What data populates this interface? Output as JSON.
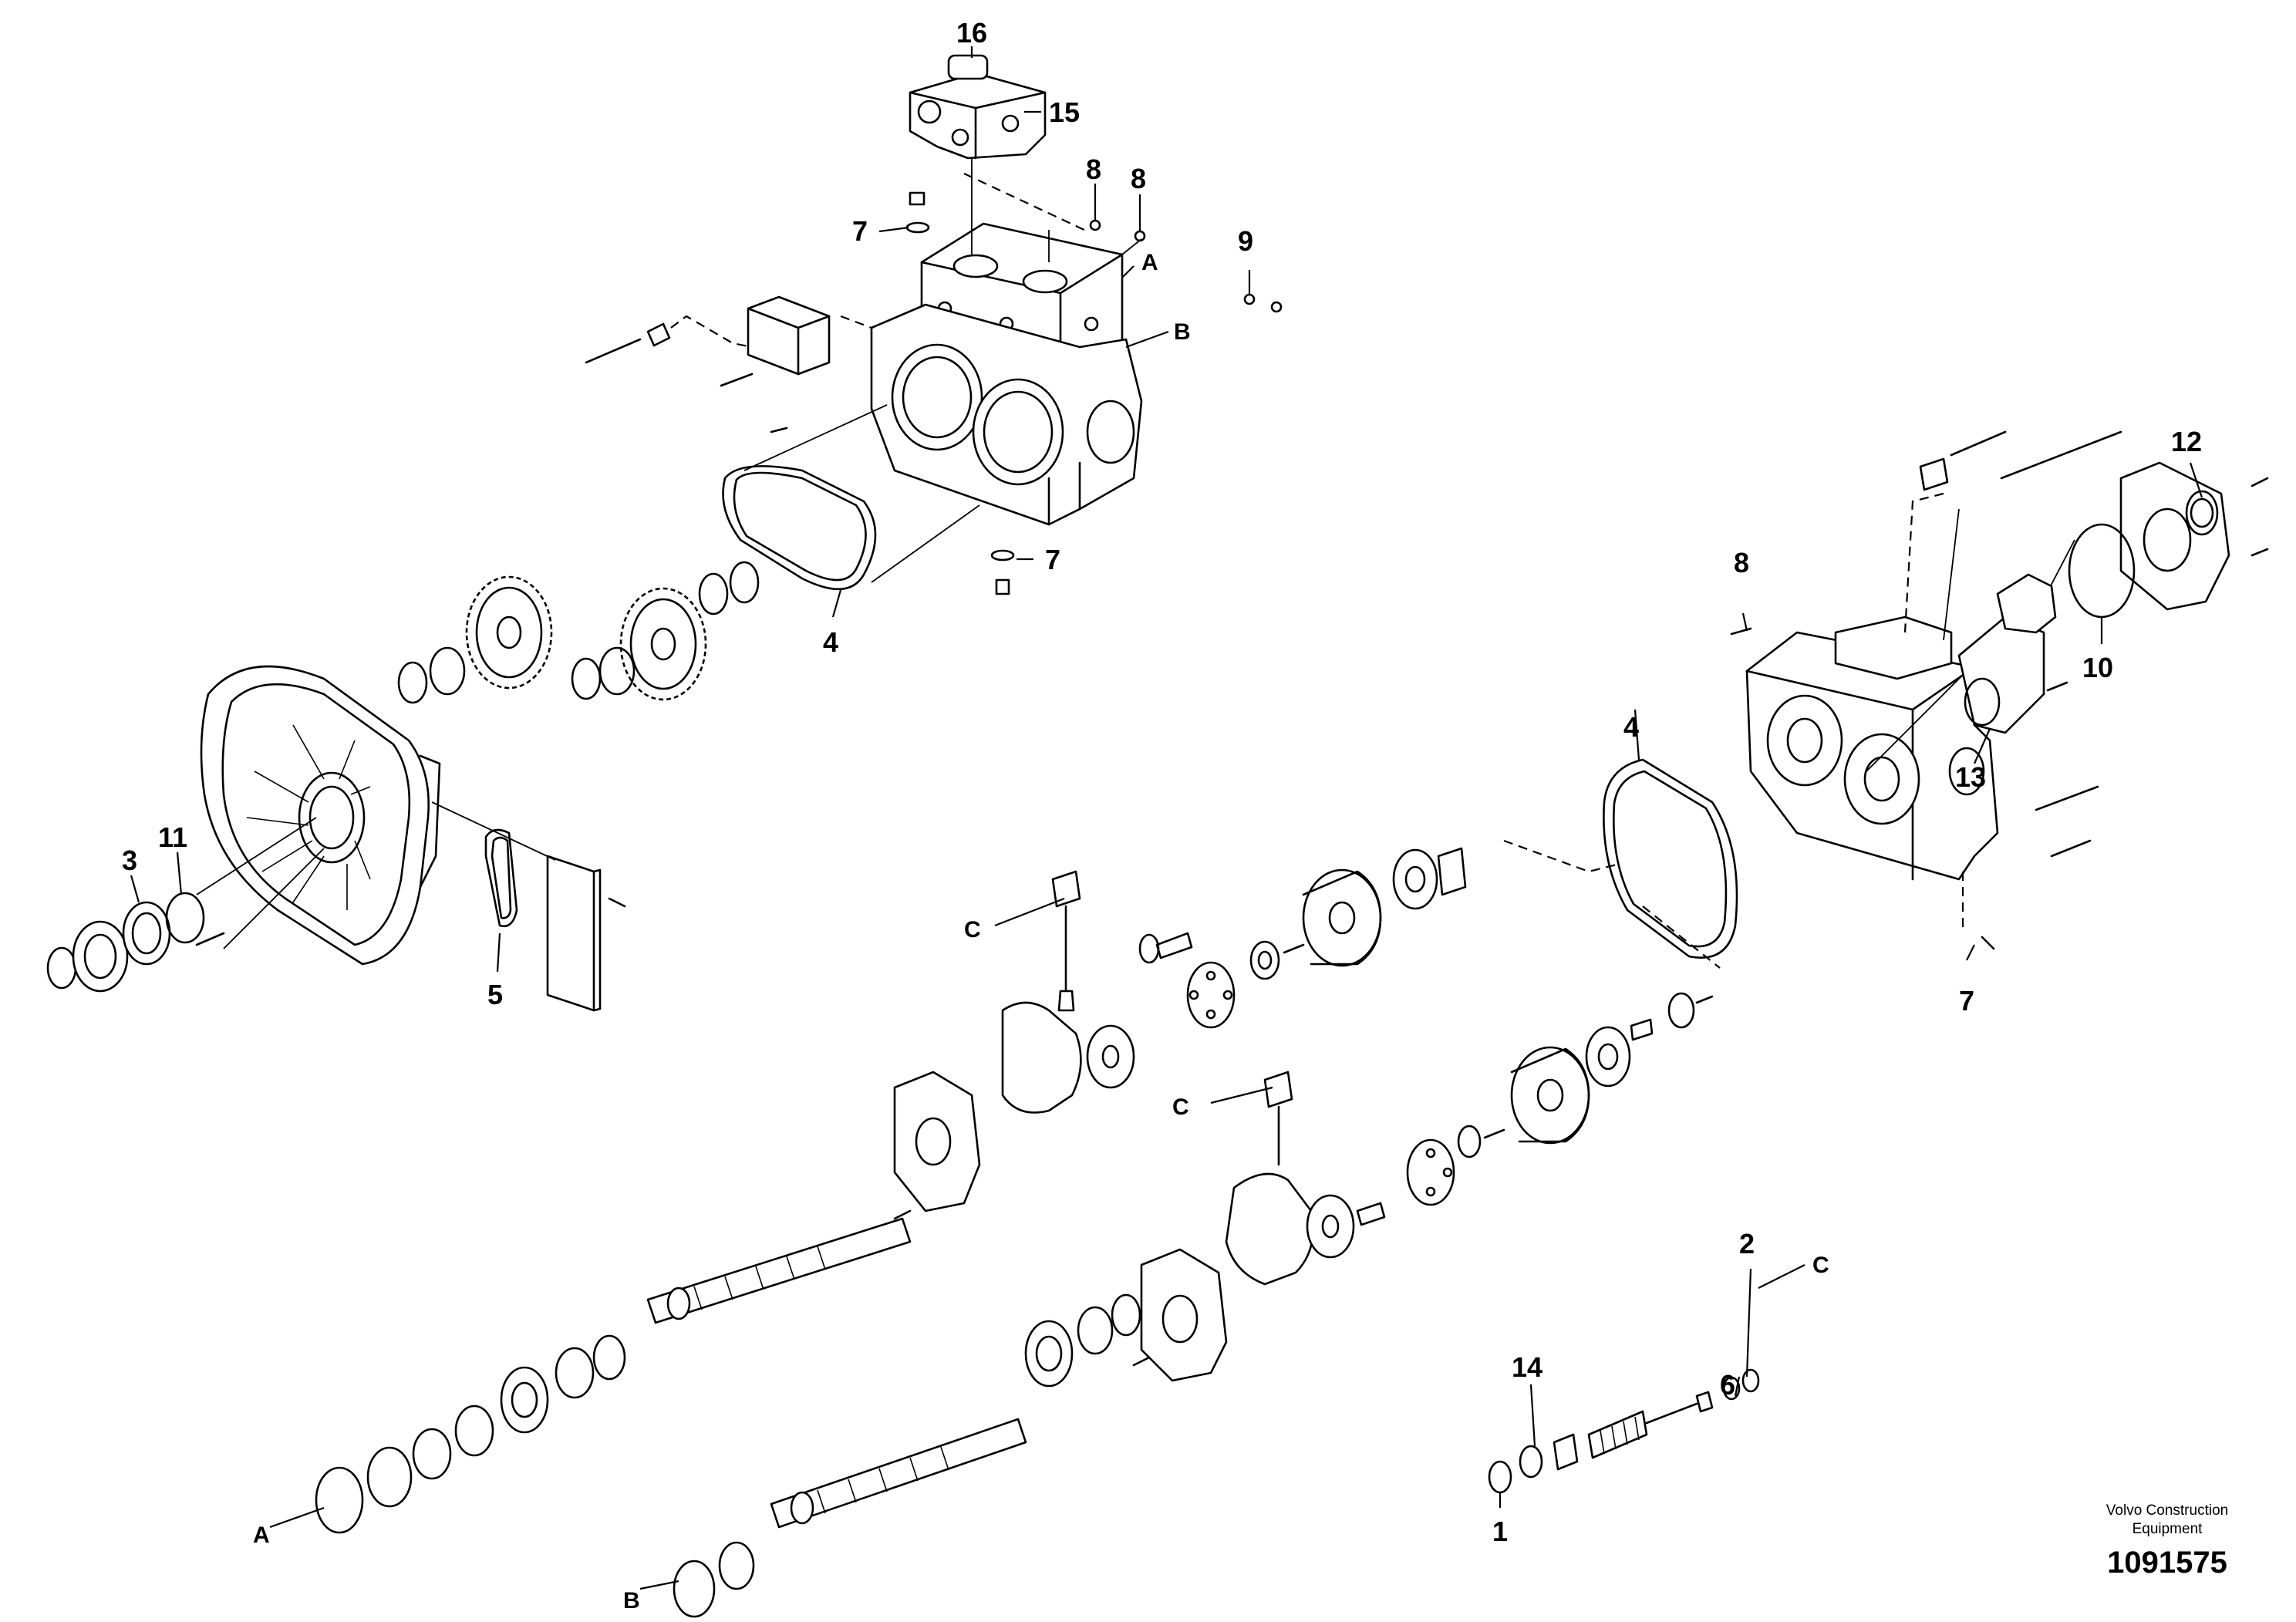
{
  "callouts": {
    "c16": "16",
    "c15": "15",
    "c8a": "8",
    "c8b": "8",
    "c8c": "8",
    "c7a": "7",
    "c7b": "7",
    "c7c": "7",
    "c9": "9",
    "c4a": "4",
    "c4b": "4",
    "c3": "3",
    "c11": "11",
    "c5": "5",
    "c12": "12",
    "c10": "10",
    "c13": "13",
    "c2": "2",
    "c14": "14",
    "c6": "6",
    "c1": "1"
  },
  "refs": {
    "rA1": "A",
    "rB1": "B",
    "rA2": "A",
    "rB2": "B",
    "rC1": "C",
    "rC2": "C",
    "rC3": "C"
  },
  "footer": {
    "credit_line1": "Volvo Construction",
    "credit_line2": "Equipment",
    "drawing_number": "1091575"
  }
}
